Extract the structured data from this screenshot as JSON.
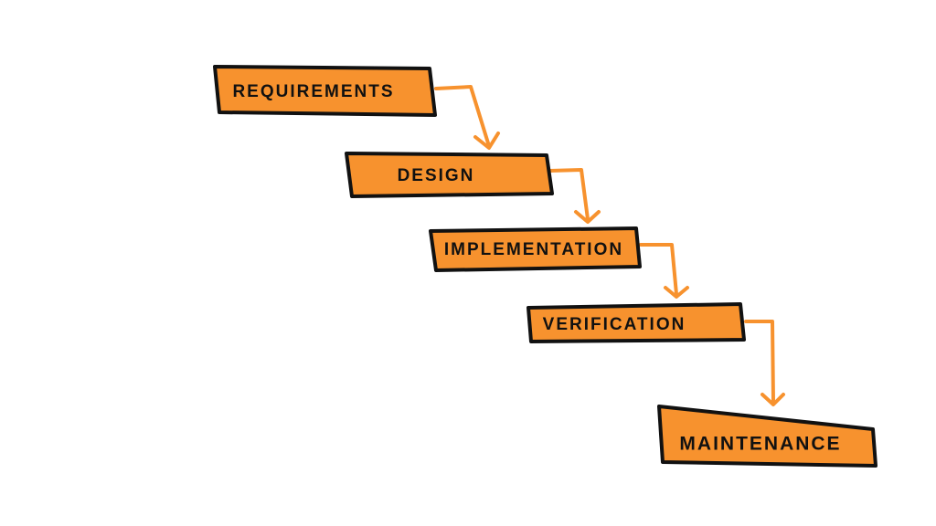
{
  "diagram": {
    "type": "waterfall",
    "accent_color": "#F7922E",
    "stages": [
      {
        "label": "REQUIREMENTS"
      },
      {
        "label": "DESIGN"
      },
      {
        "label": "IMPLEMENTATION"
      },
      {
        "label": "VERIFICATION"
      },
      {
        "label": "MAINTENANCE"
      }
    ]
  }
}
